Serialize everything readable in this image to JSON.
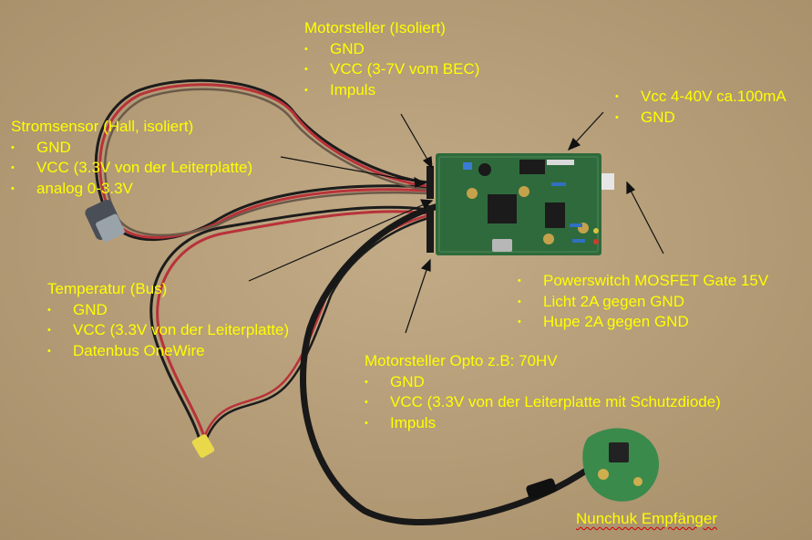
{
  "labels": {
    "motorsteller_isoliert": {
      "title": "Motorsteller (Isoliert)",
      "items": [
        "GND",
        "VCC (3-7V vom BEC)",
        "Impuls"
      ]
    },
    "vcc_power": {
      "items": [
        "Vcc 4-40V ca.100mA",
        "GND"
      ]
    },
    "stromsensor": {
      "title": "Stromsensor (Hall, isoliert)",
      "items": [
        "GND",
        "VCC (3.3V von der Leiterplatte)",
        "analog 0-3.3V"
      ]
    },
    "temperatur": {
      "title": "Temperatur (Bus)",
      "items": [
        "GND",
        "VCC (3.3V von der Leiterplatte)",
        "Datenbus OneWire"
      ]
    },
    "powerswitch": {
      "items": [
        "Powerswitch MOSFET Gate 15V",
        "Licht 2A gegen GND",
        "Hupe 2A gegen GND"
      ]
    },
    "motorsteller_opto": {
      "title": "Motorsteller Opto z.B: 70HV",
      "items": [
        "GND",
        "VCC (3.3V von der Leiterplatte mit Schutzdiode)",
        "Impuls"
      ]
    },
    "nunchuk": {
      "title": "Nunchuk Empfänger"
    }
  },
  "colors": {
    "background": "#b9a27c",
    "label_text": "#ffff00",
    "pcb": "#2f6a3c",
    "cable_black": "#1c1c1c",
    "cable_red": "#b8323a"
  }
}
